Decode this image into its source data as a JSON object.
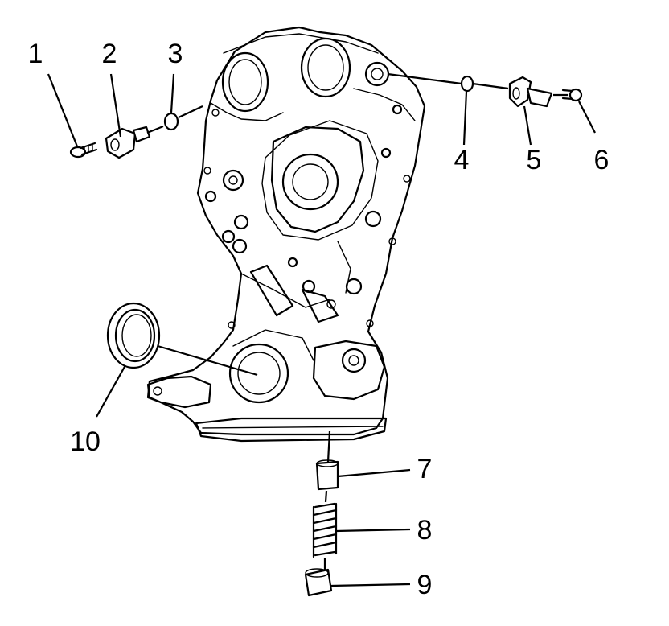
{
  "callouts": [
    {
      "id": "1",
      "label": "1"
    },
    {
      "id": "2",
      "label": "2"
    },
    {
      "id": "3",
      "label": "3"
    },
    {
      "id": "4",
      "label": "4"
    },
    {
      "id": "5",
      "label": "5"
    },
    {
      "id": "6",
      "label": "6"
    },
    {
      "id": "7",
      "label": "7"
    },
    {
      "id": "8",
      "label": "8"
    },
    {
      "id": "9",
      "label": "9"
    },
    {
      "id": "10",
      "label": "10"
    }
  ],
  "colors": {
    "ink": "#000000",
    "background": "#ffffff"
  }
}
